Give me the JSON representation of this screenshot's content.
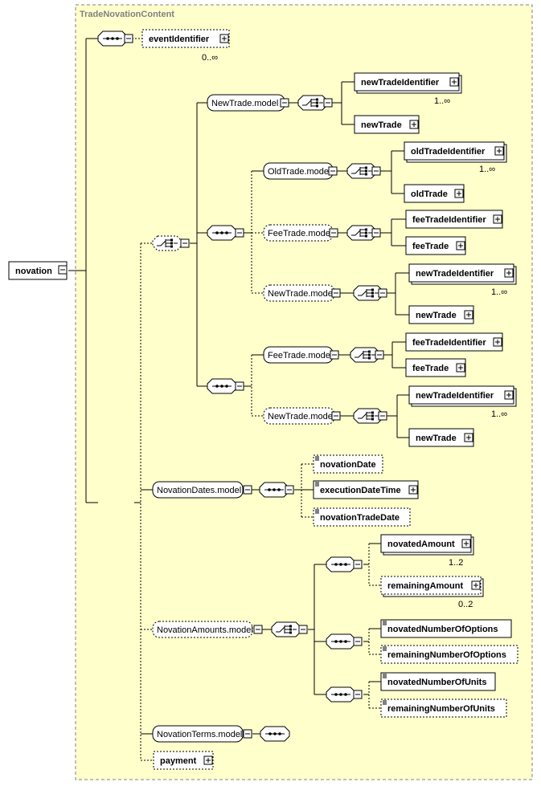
{
  "container": {
    "title": "TradeNovationContent"
  },
  "root": {
    "label": "novation"
  },
  "elements": {
    "eventIdentifier": "eventIdentifier",
    "newTradeIdentifier": "newTradeIdentifier",
    "newTrade": "newTrade",
    "oldTradeIdentifier": "oldTradeIdentifier",
    "oldTrade": "oldTrade",
    "feeTradeIdentifier": "feeTradeIdentifier",
    "feeTrade": "feeTrade",
    "novationDate": "novationDate",
    "executionDateTime": "executionDateTime",
    "novationTradeDate": "novationTradeDate",
    "novatedAmount": "novatedAmount",
    "remainingAmount": "remainingAmount",
    "novatedNumberOfOptions": "novatedNumberOfOptions",
    "remainingNumberOfOptions": "remainingNumberOfOptions",
    "novatedNumberOfUnits": "novatedNumberOfUnits",
    "remainingNumberOfUnits": "remainingNumberOfUnits",
    "payment": "payment"
  },
  "groups": {
    "newTradeModel": "NewTrade.model",
    "oldTradeModel": "OldTrade.model",
    "feeTradeModel": "FeeTrade.model",
    "novationDatesModel": "NovationDates.model",
    "novationAmountsModel": "NovationAmounts.model",
    "novationTermsModel": "NovationTerms.model"
  },
  "cardinality": {
    "zeroToMany": "0..∞",
    "oneToMany": "1..∞",
    "oneToTwo": "1..2",
    "zeroToTwo": "0..2"
  },
  "colors": {
    "background": "#ffffcc",
    "boxFill": "#ffffff",
    "stroke": "#000000",
    "title": "#808080"
  }
}
